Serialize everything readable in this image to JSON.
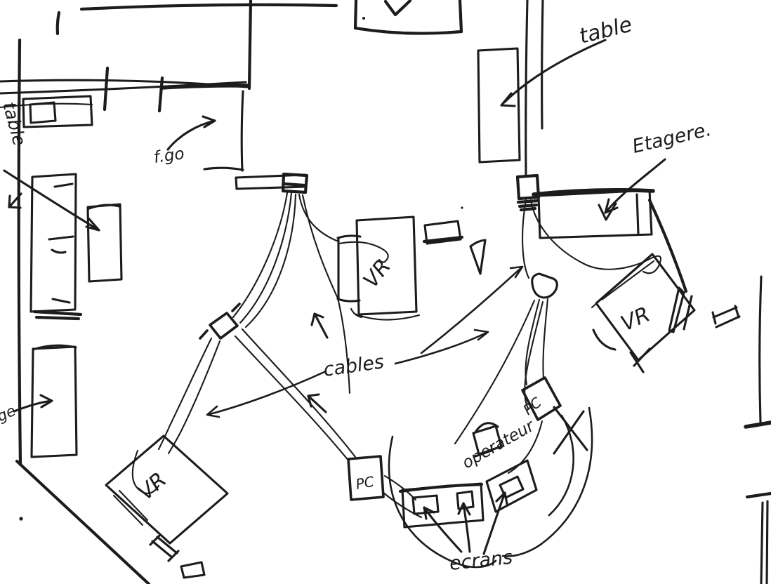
{
  "canvas": {
    "background": "#ffffff",
    "ink": "#1c1c1c",
    "description": "hand-drawn floor plan sketch of VR room setup"
  },
  "labels": {
    "table_top": "table",
    "etagere": "Etagere.",
    "frigo": "f.go",
    "table_left_partial": "table",
    "ge_partial": "ge",
    "cables": "cables",
    "vr_center": "VR",
    "vr_right": "VR",
    "vr_left": "VR",
    "pc_left": "PC",
    "pc_right": "PC",
    "operateur": "operateur",
    "ecrans": "ecrans"
  }
}
